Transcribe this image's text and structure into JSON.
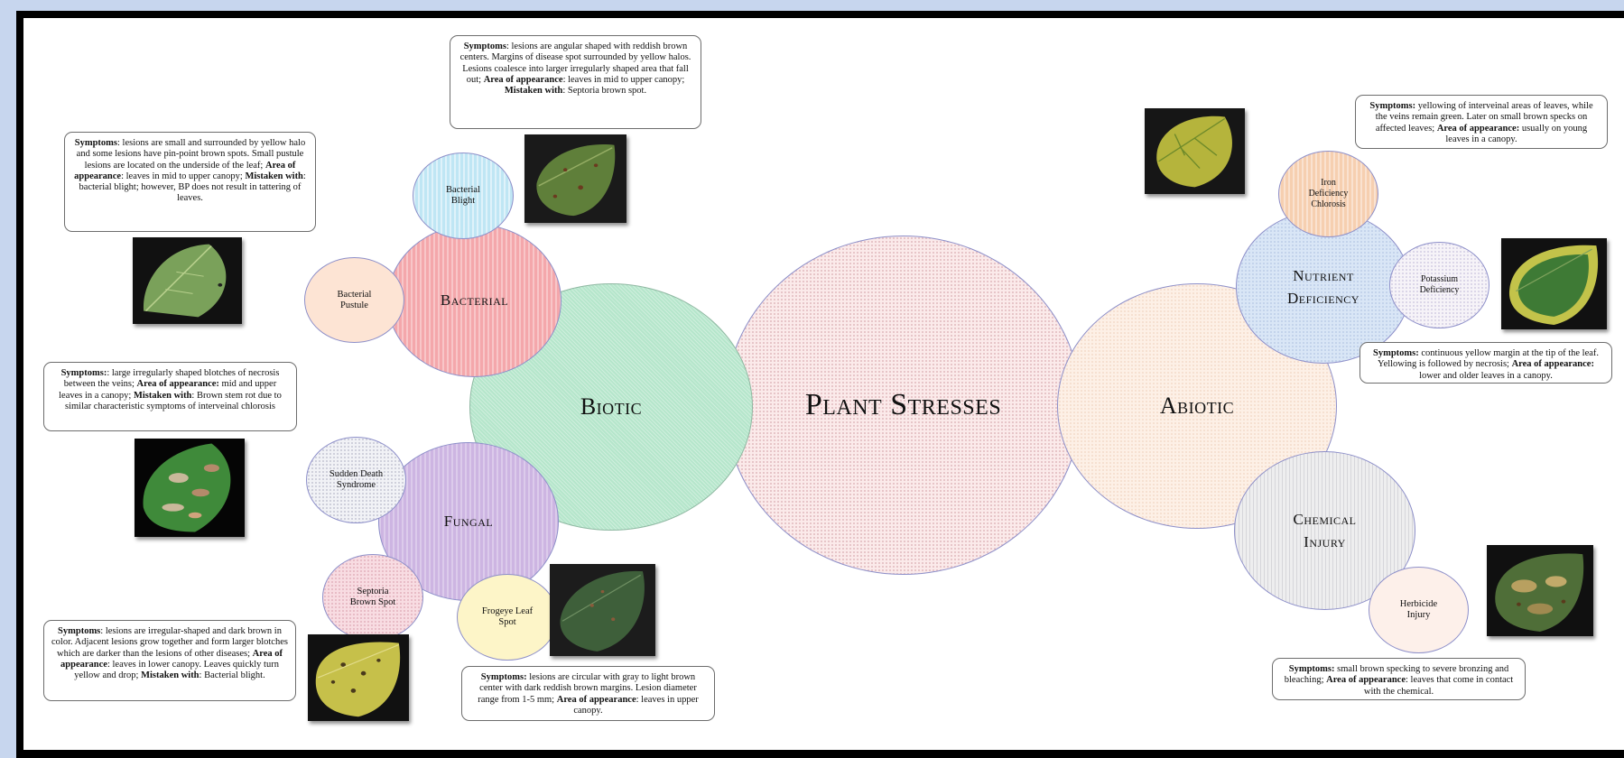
{
  "center": {
    "title": "Plant Stresses"
  },
  "categories": {
    "biotic": "Biotic",
    "abiotic": "Abiotic",
    "bacterial": "Bacterial",
    "fungal": "Fungal",
    "nutrient_line1": "Nutrient",
    "nutrient_line2": "Deficiency",
    "chemical_line1": "Chemical",
    "chemical_line2": "Injury"
  },
  "diseases": {
    "bacterial_blight": "Bacterial Blight",
    "bacterial_pustule": "Bacterial Pustule",
    "sudden_death": "Sudden Death Syndrome",
    "septoria": "Septoria Brown Spot",
    "frogeye": "Frogeye Leaf Spot",
    "iron": "Iron Deficiency Chlorosis",
    "potassium": "Potassium Deficiency",
    "herbicide": "Herbicide Injury"
  },
  "labels": {
    "symptoms": "Symptoms",
    "area": "Area of appearance",
    "area_split1": "Area of",
    "area_split2": "appearance",
    "mistaken": "Mistaken with"
  },
  "descriptions": {
    "bacterial_blight": {
      "symptoms": ": lesions are angular shaped with reddish brown centers. Margins of disease spot surrounded by yellow halos. Lesions coalesce into larger irregularly shaped area that fall out; ",
      "area": ": leaves in mid to upper canopy; ",
      "mistaken": ": Septoria brown spot."
    },
    "bacterial_pustule": {
      "symptoms": ": lesions are small and surrounded by yellow halo and some lesions have pin-point brown spots. Small pustule lesions are located on the underside of the leaf; ",
      "area": ": leaves in mid to upper canopy; ",
      "mistaken": ": bacterial blight; however, BP does not result in tattering of leaves."
    },
    "sudden_death": {
      "symptoms": ": large irregularly shaped blotches of necrosis between the veins; ",
      "area": " mid and upper leaves in a canopy; ",
      "mistaken": ": Brown stem rot due to similar characteristic symptoms of interveinal chlorosis"
    },
    "septoria": {
      "symptoms": ": lesions are irregular-shaped and dark brown in color. Adjacent lesions grow together and form larger blotches which are darker than the lesions of other diseases; ",
      "area": ": leaves in lower canopy. Leaves quickly turn yellow and drop; ",
      "mistaken": ": Bacterial blight."
    },
    "frogeye": {
      "symptoms": " lesions are circular with gray to light brown center with dark reddish brown margins. Lesion diameter range from 1-5 mm; ",
      "area": ": leaves in upper canopy."
    },
    "iron": {
      "symptoms": " yellowing of interveinal areas of leaves, while the veins remain green. Later on small brown specks on affected leaves; ",
      "area": " usually on young leaves in a canopy."
    },
    "potassium": {
      "symptoms": " continuous yellow margin at the tip of the leaf. Yellowing is followed by necrosis; ",
      "area": " lower and older leaves in a canopy."
    },
    "herbicide": {
      "symptoms": " small brown specking to severe bronzing and bleaching; ",
      "area": ": leaves that come in contact with the chemical."
    }
  },
  "colors": {
    "center": "#fbeaea",
    "biotic": "#b5e6cb",
    "abiotic": "#fdf0e6",
    "bacterial": "#f4a7ab",
    "fungal": "#cdb5e2",
    "nutrient": "#d9e6f6",
    "chemical": "#eeeeef",
    "background": "#c7d6ee"
  }
}
